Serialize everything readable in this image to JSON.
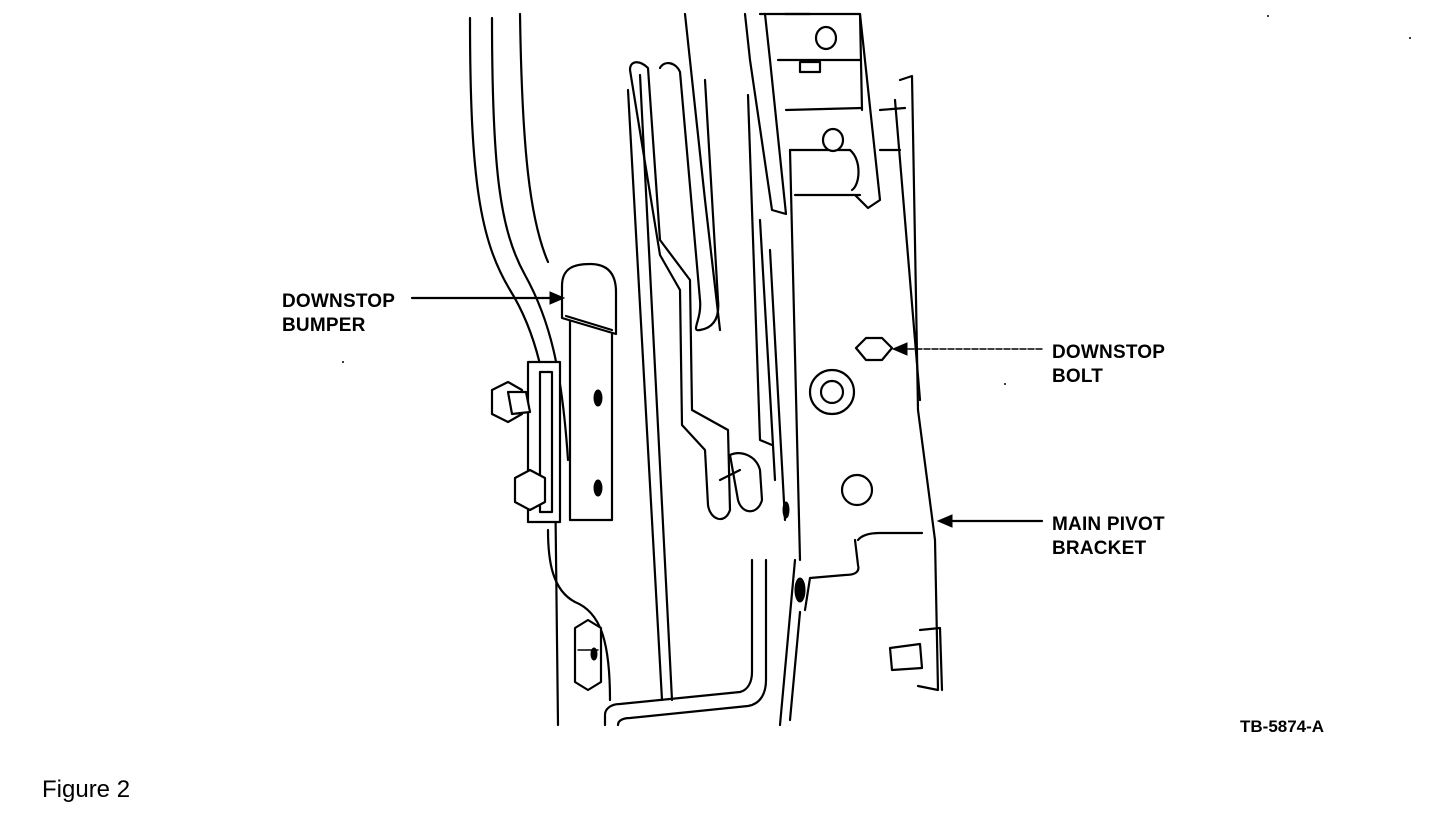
{
  "labels": {
    "downstop_bumper": [
      "DOWNSTOP",
      "BUMPER"
    ],
    "downstop_bolt": [
      "DOWNSTOP",
      "BOLT"
    ],
    "main_pivot_bracket": [
      "MAIN PIVOT",
      "BRACKET"
    ]
  },
  "reference_code": "TB-5874-A",
  "caption": "Figure 2"
}
